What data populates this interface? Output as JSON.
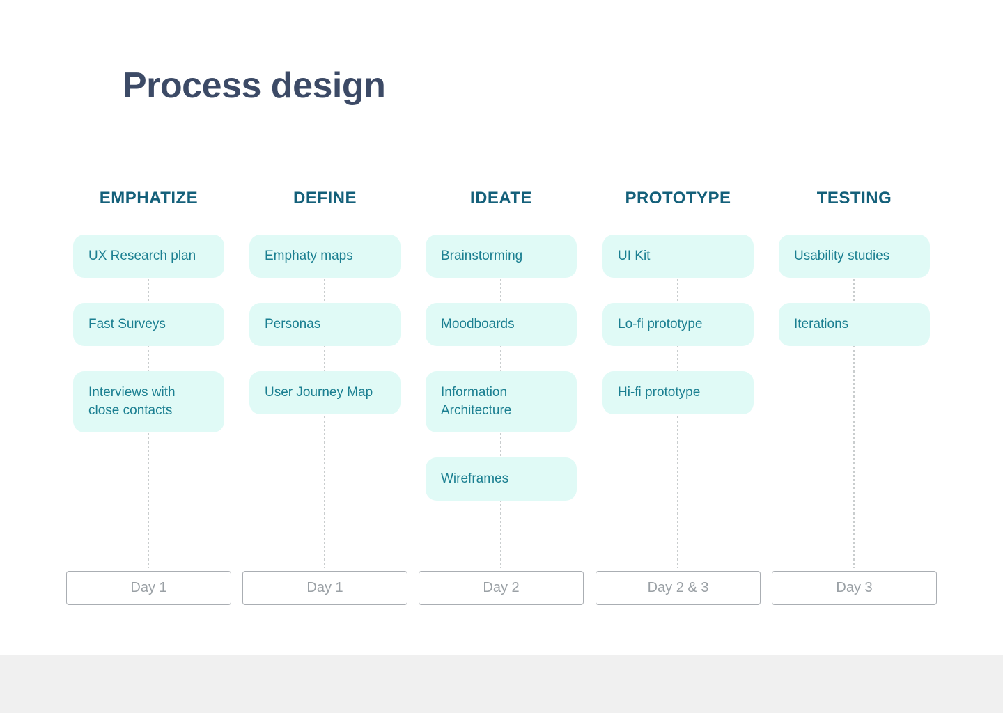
{
  "title": "Process design",
  "columns": [
    {
      "header": "EMPHATIZE",
      "cards": [
        "UX Research plan",
        "Fast Surveys",
        "Interviews with close contacts"
      ],
      "day": "Day 1"
    },
    {
      "header": "DEFINE",
      "cards": [
        "Emphaty maps",
        "Personas",
        "User Journey Map"
      ],
      "day": "Day 1"
    },
    {
      "header": "IDEATE",
      "cards": [
        "Brainstorming",
        "Moodboards",
        "Information Architecture",
        "Wireframes"
      ],
      "day": "Day 2"
    },
    {
      "header": "PROTOTYPE",
      "cards": [
        "UI Kit",
        "Lo-fi prototype",
        "Hi-fi prototype"
      ],
      "day": "Day 2 & 3"
    },
    {
      "header": "TESTING",
      "cards": [
        "Usability studies",
        "Iterations"
      ],
      "day": "Day 3"
    }
  ],
  "colors": {
    "background": "#ffffff",
    "title_text": "#3c4a66",
    "header_text": "#14607a",
    "card_bg": "#e0faf6",
    "card_text": "#1b7f91",
    "connector_dots": "#c9cdce",
    "day_border": "#aaaeb3",
    "day_text": "#9aa0a5",
    "footer_bg": "#f0f0f0"
  }
}
